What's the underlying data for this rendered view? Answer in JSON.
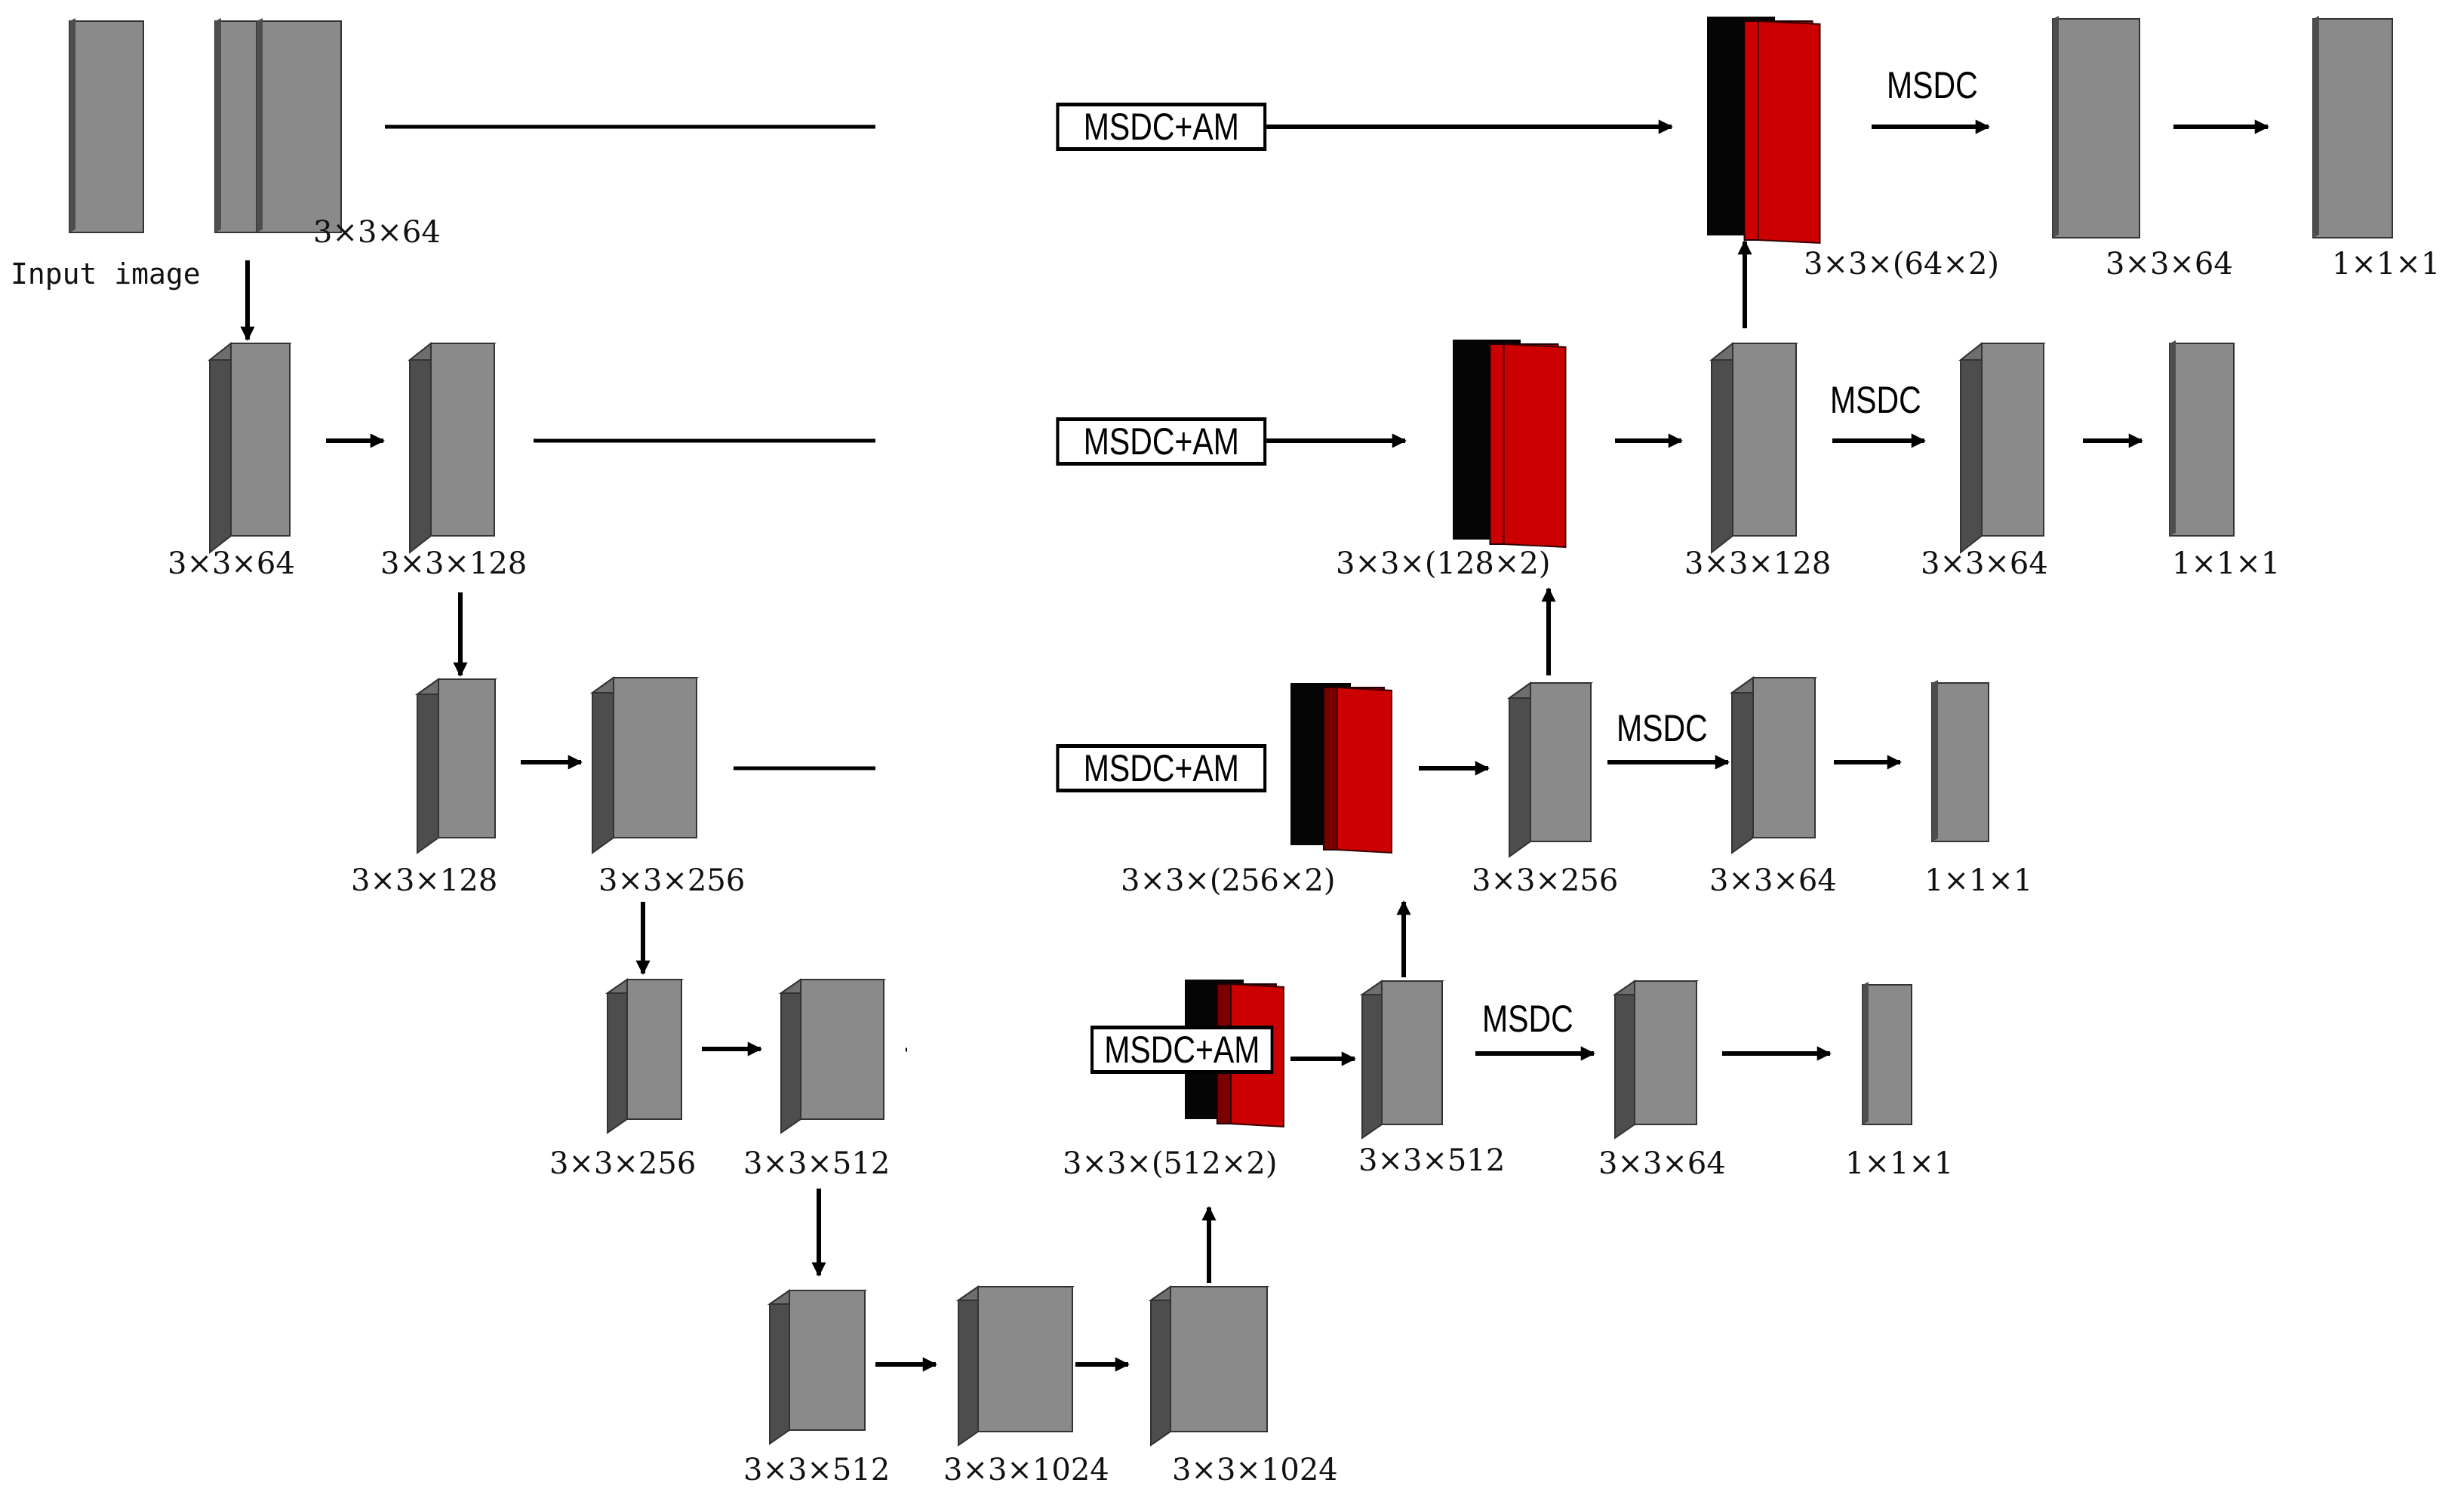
{
  "colors": {
    "block_front": "#8a8a8a",
    "block_side": "#4d4d4d",
    "block_top": "#6e6e6e",
    "concat_black": "#050505",
    "concat_red": "#cc0000",
    "concat_darkred": "#7a0000",
    "arrow": "#000000"
  },
  "input_label": "Input image",
  "skip_ops": [
    {
      "label": "MSDC+AM"
    },
    {
      "label": "MSDC+AM"
    },
    {
      "label": "MSDC+AM"
    },
    {
      "label": "MSDC+AM"
    }
  ],
  "msdc_ops": [
    {
      "label": "MSDC"
    },
    {
      "label": "MSDC"
    },
    {
      "label": "MSDC"
    },
    {
      "label": "MSDC"
    }
  ],
  "levels": [
    {
      "encoder": [
        "3×3×64"
      ],
      "concat": "3×3×(64×2)",
      "decoder": null,
      "head": [
        "3×3×64",
        "1×1×1"
      ]
    },
    {
      "encoder": [
        "3×3×64",
        "3×3×128"
      ],
      "concat": "3×3×(128×2)",
      "decoder": "3×3×128",
      "head": [
        "3×3×64",
        "1×1×1"
      ]
    },
    {
      "encoder": [
        "3×3×128",
        "3×3×256"
      ],
      "concat": "3×3×(256×2)",
      "decoder": "3×3×256",
      "head": [
        "3×3×64",
        "1×1×1"
      ]
    },
    {
      "encoder": [
        "3×3×256",
        "3×3×512"
      ],
      "concat": "3×3×(512×2)",
      "decoder": "3×3×512",
      "head": [
        "3×3×64",
        "1×1×1"
      ]
    },
    {
      "encoder": [
        "3×3×512",
        "3×3×1024",
        "3×3×1024"
      ],
      "concat": null,
      "decoder": null,
      "head": []
    }
  ]
}
